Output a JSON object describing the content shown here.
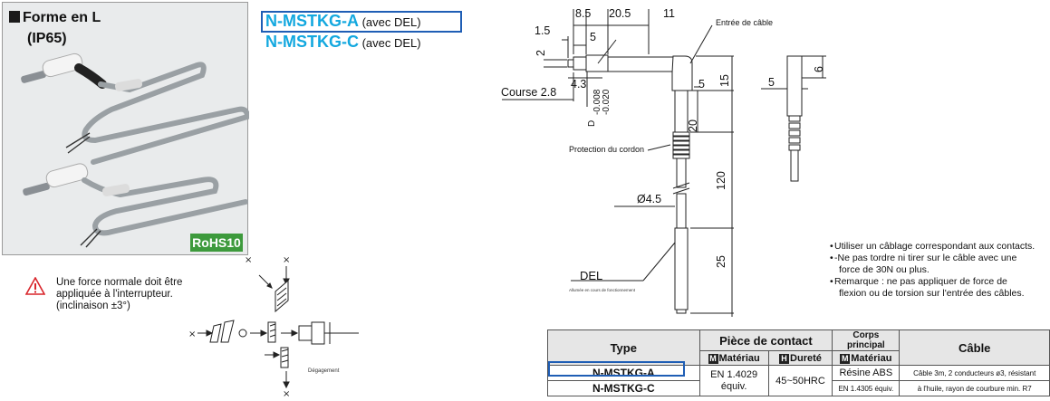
{
  "photo": {
    "title": "Forme en L",
    "subtitle": "(IP65)",
    "rohs": "RoHS10"
  },
  "models": {
    "a_code": "N-MSTKG-A",
    "a_suffix": " (avec DEL)",
    "c_code": "N-MSTKG-C",
    "c_suffix": " (avec DEL)"
  },
  "warning": {
    "text_line1": "Une force normale doit être",
    "text_line2": "appliquée à l'interrupteur.",
    "text_line3": "(inclinaison ±3°)",
    "degagement": "Dégagement",
    "color": "#d9262c"
  },
  "drawing": {
    "dim_8_5": "8.5",
    "dim_20_5": "20.5",
    "dim_11": "11",
    "dim_1_5": "1.5",
    "dim_5_top": "5",
    "dim_2": "2",
    "dim_4_3": "4.3",
    "course": "Course 2.8",
    "tol_1": "-0.008",
    "tol_2": "-0.020",
    "d_label": "D",
    "dim_5_right": "5",
    "dim_15": "15",
    "dim_20": "20",
    "dim_120": "120",
    "dim_25": "25",
    "dia": "Ø4.5",
    "entree": "Entrée de câble",
    "protection": "Protection du cordon",
    "del": "DEL",
    "del_sub": "Allumée en cours de fonctionnement",
    "side_5": "5",
    "side_6": "6"
  },
  "notes": [
    "Utiliser un câblage correspondant aux contacts.",
    "-Ne pas tordre ni tirer sur le câble avec une",
    "force de 30N ou plus.",
    "Remarque : ne pas appliquer de force de",
    "flexion ou de torsion sur l'entrée des câbles."
  ],
  "table": {
    "h_type": "Type",
    "h_piece": "Pièce de contact",
    "h_corps": "Corps principal",
    "h_cable": "Câble",
    "h_materiau": "Matériau",
    "h_durete": "Dureté",
    "h_materiau2": "Matériau",
    "tag_m": "M",
    "tag_h": "H",
    "row1_type": "N-MSTKG-A",
    "row2_type": "N-MSTKG-C",
    "materiau_1": "EN 1.4029",
    "materiau_2": "équiv.",
    "durete": "45~50HRC",
    "corps_1": "Résine ABS",
    "corps_2": "EN 1.4305 équiv.",
    "cable_1": "Câble 3m, 2 conducteurs ø3, résistant",
    "cable_2": "à l'huile, rayon de courbure min. R7"
  }
}
